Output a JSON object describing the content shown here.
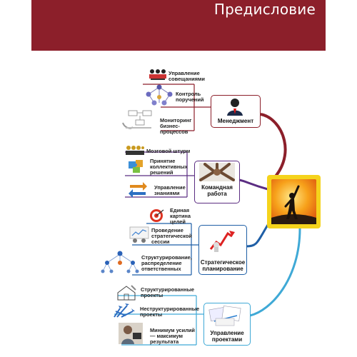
{
  "header": {
    "title": "Предисловие",
    "background": "#8c1f2a"
  },
  "hub": {
    "icon": "success-figure-icon",
    "color": "#f5d31c"
  },
  "categories": [
    {
      "label": "Менеджмент",
      "icon": "manager-icon",
      "color": "#8c1f2a",
      "items": [
        {
          "label": "Управление совещаниями",
          "icon": "meeting-people-icon"
        },
        {
          "label": "Контроль поручений",
          "icon": "network-people-icon"
        },
        {
          "label": "Мониторинг бизнес-процессов",
          "icon": "process-diagram-icon"
        }
      ]
    },
    {
      "label": "Командная работа",
      "icon": "team-hands-icon",
      "color": "#5b2d82",
      "items": [
        {
          "label": "Мозговой штурм",
          "icon": "brainstorm-people-icon"
        },
        {
          "label": "Принятие коллективных решений",
          "icon": "puzzle-icon"
        },
        {
          "label": "Управление знаниями",
          "icon": "arrows-icon"
        }
      ]
    },
    {
      "label": "Стратегическое планирование",
      "icon": "growth-chart-icon",
      "color": "#1f5fa6",
      "items": [
        {
          "label": "Единая картина целей",
          "icon": "target-icon"
        },
        {
          "label": "Проведение стратегической сессии",
          "icon": "presentation-icon"
        },
        {
          "label": "Структурирование, распределение ответственных",
          "icon": "org-structure-icon"
        }
      ]
    },
    {
      "label": "Управление проектами",
      "icon": "project-papers-icon",
      "color": "#3fa9d6",
      "items": [
        {
          "label": "Структурированные проекты",
          "icon": "house-sketch-icon"
        },
        {
          "label": "Неструктурированные проекты",
          "icon": "scatter-arrows-icon"
        },
        {
          "label": "Минимум усилий — максимум результата",
          "icon": "woman-computer-icon"
        }
      ]
    }
  ]
}
